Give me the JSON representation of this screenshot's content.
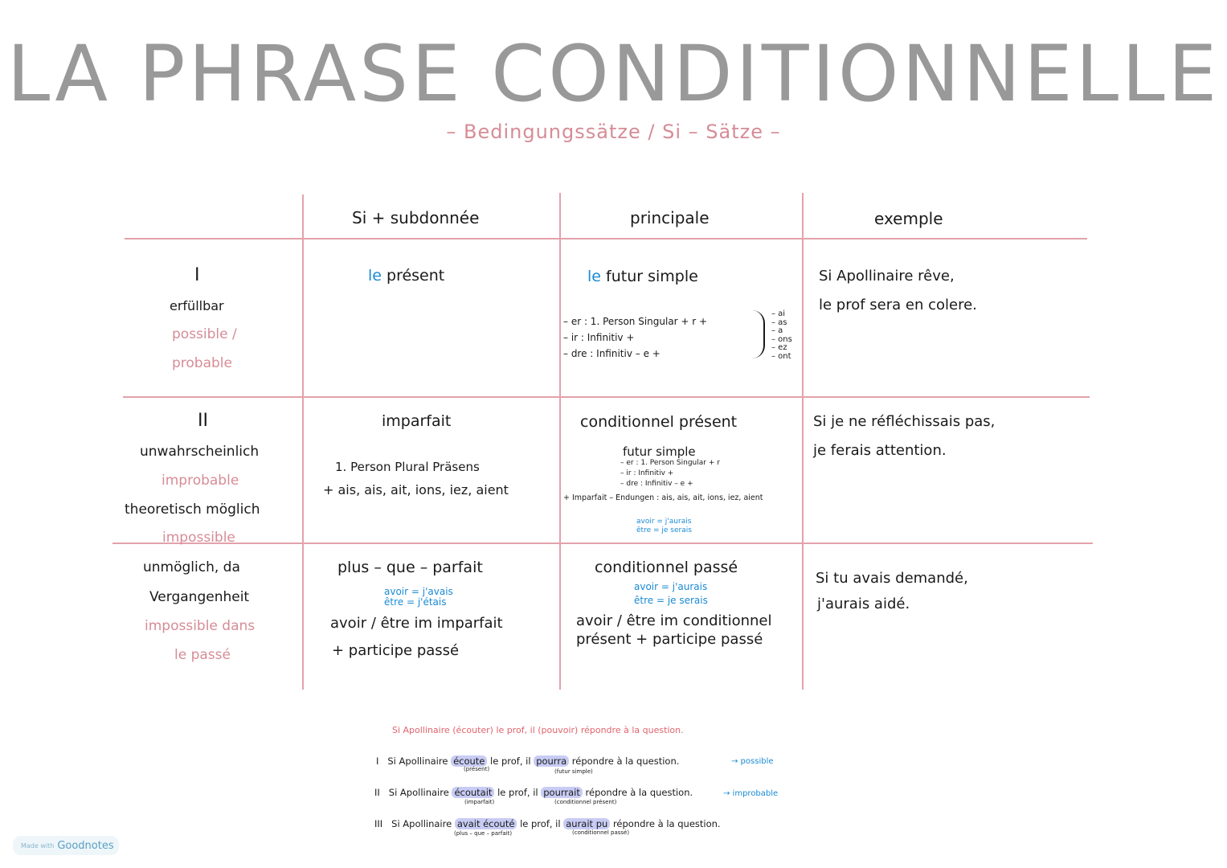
{
  "title": "LA PHRASE CONDITIONNELLE",
  "subtitle": "– Bedingungssätze / Si – Sätze –",
  "table": {
    "headers": [
      "Si + subdonnée",
      "principale",
      "exemple"
    ],
    "row1": {
      "num": "I",
      "de": "erfüllbar",
      "fr1": "possible /",
      "fr2": "probable",
      "sub_le": "le",
      "sub": "présent",
      "main_le": "le",
      "main": "futur simple",
      "rule1": "– er : 1. Person Singular + r +",
      "rule2": "– ir : Infinitiv +",
      "rule3": "– dre : Infinitiv – e +",
      "endings": [
        "– ai",
        "– as",
        "– a",
        "– ons",
        "– ez",
        "– ont"
      ],
      "ex1": "Si Apollinaire rêve,",
      "ex2": "le prof sera en colere."
    },
    "row2": {
      "num": "II",
      "de1": "unwahrscheinlich",
      "fr1": "improbable",
      "de2": "theoretisch möglich",
      "fr2": "impossible",
      "sub": "imparfait",
      "sub_rule1": "1. Person Plural Präsens",
      "sub_rule2": "+ ais, ais, ait, ions, iez, aient",
      "main": "conditionnel présent",
      "main_sub": "futur simple",
      "r1": "– er : 1. Person Singular + r",
      "r2": "– ir : Infinitiv +",
      "r3": "– dre : Infinitiv – e +",
      "r4": "+ Imparfait – Endungen : ais, ais, ait, ions, iez, aient",
      "b1": "avoir = j'aurais",
      "b2": "être = je serais",
      "ex1": "Si je ne réfléchissais pas,",
      "ex2": "je ferais attention."
    },
    "row3": {
      "de1": "unmöglich, da",
      "de2": "Vergangenheit",
      "fr1": "impossible dans",
      "fr2": "le passé",
      "sub": "plus – que – parfait",
      "b1": "avoir = j'avais",
      "b2": "être = j'étais",
      "sub_rule1": "avoir / être im imparfait",
      "sub_rule2": "+ participe passé",
      "main": "conditionnel passé",
      "mb1": "avoir = j'aurais",
      "mb2": "être = je serais",
      "main_rule1": "avoir / être im conditionnel",
      "main_rule2": "présent + participe passé",
      "ex1": "Si tu avais demandé,",
      "ex2": "j'aurais aidé."
    }
  },
  "exercise": {
    "prompt": "Si Apollinaire (écouter) le prof, il (pouvoir) répondre à la question.",
    "lines": [
      {
        "num": "I",
        "a": "Si Apollinaire",
        "v1": "écoute",
        "b": "le prof, il",
        "v2": "pourra",
        "c": "répondre à la question.",
        "t1": "(présent)",
        "t2": "(futur simple)",
        "note": "→ possible"
      },
      {
        "num": "II",
        "a": "Si Apollinaire",
        "v1": "écoutait",
        "b": "le prof, il",
        "v2": "pourrait",
        "c": "répondre à la question.",
        "t1": "(imparfait)",
        "t2": "(conditionnel présent)",
        "note": "→ improbable"
      },
      {
        "num": "III",
        "a": "Si Apollinaire",
        "v1": "avait écouté",
        "b": "le prof, il",
        "v2": "aurait pu",
        "c": "répondre à la question.",
        "t1": "(plus – que – parfait)",
        "t2": "(conditionnel passé)",
        "note": ""
      }
    ]
  },
  "badge": {
    "made": "Made with",
    "brand": "Goodnotes"
  },
  "colors": {
    "pink": "#d68c96",
    "blue": "#1a8ad4",
    "grey": "#999999",
    "highlight": "#c8ccf4"
  }
}
